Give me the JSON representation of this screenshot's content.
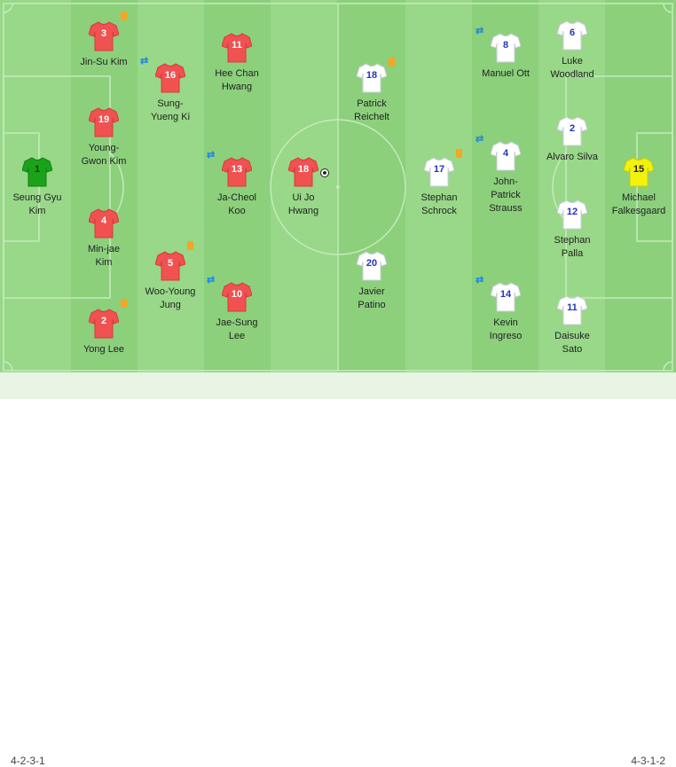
{
  "formations": {
    "home": "4-2-3-1",
    "away": "4-3-1-2"
  },
  "colors": {
    "pitch_light": "#98d888",
    "pitch_dark": "#8cd07c",
    "home_shirt": "#f05151",
    "home_gk_shirt": "#1aa31a",
    "away_shirt": "#ffffff",
    "away_gk_shirt": "#f2f20f",
    "yellow_card": "#f5a623",
    "substitution": "#1e88e5"
  },
  "home_players": [
    {
      "number": "1",
      "name": "Seung Gyu\nKim",
      "role": "gk",
      "yellow_card": false,
      "sub": false,
      "goal": false
    },
    {
      "number": "3",
      "name": "Jin-Su Kim",
      "role": "field",
      "yellow_card": true,
      "sub": false,
      "goal": false
    },
    {
      "number": "19",
      "name": "Young-\nGwon Kim",
      "role": "field",
      "yellow_card": false,
      "sub": false,
      "goal": false
    },
    {
      "number": "4",
      "name": "Min-jae\nKim",
      "role": "field",
      "yellow_card": false,
      "sub": false,
      "goal": false
    },
    {
      "number": "2",
      "name": "Yong Lee",
      "role": "field",
      "yellow_card": true,
      "sub": false,
      "goal": false
    },
    {
      "number": "16",
      "name": "Sung-\nYueng Ki",
      "role": "field",
      "yellow_card": false,
      "sub": true,
      "goal": false
    },
    {
      "number": "5",
      "name": "Woo-Young\nJung",
      "role": "field",
      "yellow_card": true,
      "sub": false,
      "goal": false
    },
    {
      "number": "11",
      "name": "Hee Chan\nHwang",
      "role": "field",
      "yellow_card": false,
      "sub": false,
      "goal": false
    },
    {
      "number": "13",
      "name": "Ja-Cheol\nKoo",
      "role": "field",
      "yellow_card": false,
      "sub": true,
      "goal": false
    },
    {
      "number": "10",
      "name": "Jae-Sung\nLee",
      "role": "field",
      "yellow_card": false,
      "sub": true,
      "goal": false
    },
    {
      "number": "18",
      "name": "Ui Jo\nHwang",
      "role": "field",
      "yellow_card": false,
      "sub": false,
      "goal": true
    }
  ],
  "away_players": [
    {
      "number": "18",
      "name": "Patrick\nReichelt",
      "role": "field",
      "yellow_card": true,
      "sub": false,
      "goal": false
    },
    {
      "number": "20",
      "name": "Javier\nPatino",
      "role": "field",
      "yellow_card": false,
      "sub": false,
      "goal": false
    },
    {
      "number": "17",
      "name": "Stephan\nSchrock",
      "role": "field",
      "yellow_card": true,
      "sub": false,
      "goal": false
    },
    {
      "number": "8",
      "name": "Manuel Ott",
      "role": "field",
      "yellow_card": false,
      "sub": true,
      "goal": false
    },
    {
      "number": "4",
      "name": "John-\nPatrick\nStrauss",
      "role": "field",
      "yellow_card": false,
      "sub": true,
      "goal": false
    },
    {
      "number": "14",
      "name": "Kevin\nIngreso",
      "role": "field",
      "yellow_card": false,
      "sub": true,
      "goal": false
    },
    {
      "number": "6",
      "name": "Luke\nWoodland",
      "role": "field",
      "yellow_card": false,
      "sub": false,
      "goal": false
    },
    {
      "number": "2",
      "name": "Alvaro Silva",
      "role": "field",
      "yellow_card": false,
      "sub": false,
      "goal": false
    },
    {
      "number": "12",
      "name": "Stephan\nPalla",
      "role": "field",
      "yellow_card": false,
      "sub": false,
      "goal": false
    },
    {
      "number": "11",
      "name": "Daisuke\nSato",
      "role": "field",
      "yellow_card": false,
      "sub": false,
      "goal": false
    },
    {
      "number": "15",
      "name": "Michael\nFalkesgaard",
      "role": "gk",
      "yellow_card": false,
      "sub": false,
      "goal": false
    }
  ]
}
